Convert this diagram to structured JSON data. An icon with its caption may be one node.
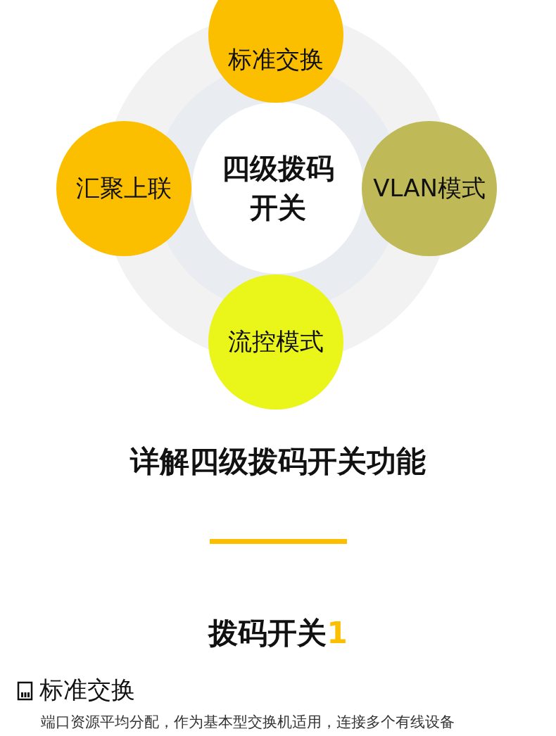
{
  "diagram": {
    "title": "详解四级拨码开关功能",
    "nodes": [
      {
        "text": [
          "四级拨码开关"
        ]
      },
      {
        "text": [
          "标准交换"
        ]
      },
      {
        "text": [
          "汇聚上联"
        ]
      },
      {
        "text": [
          "VLAN模式"
        ]
      },
      {
        "text": [
          "流控模式"
        ]
      }
    ],
    "edges": [],
    "labels": [
      "拨码开关",
      "1",
      "标准交换",
      "端口资源平均分配，作为基本型交换机适用，连接多个有线设备"
    ]
  }
}
